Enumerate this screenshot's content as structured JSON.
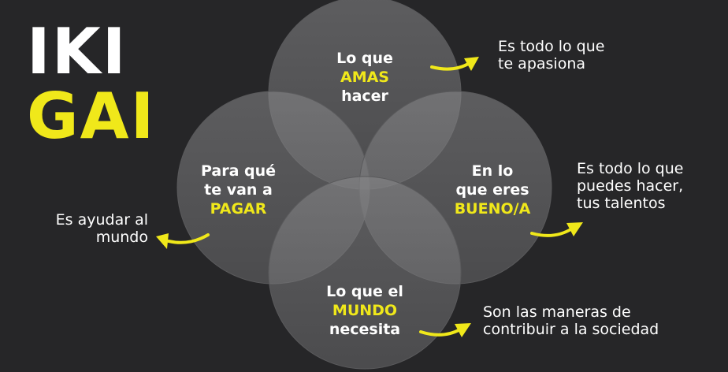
{
  "title": {
    "line1": "IKI",
    "line2": "GAI"
  },
  "colors": {
    "background": "#262628",
    "accent": "#f0e81a",
    "text": "#ffffff",
    "circle_fill": "#7a7a7c"
  },
  "circles": {
    "top": {
      "line1": "Lo que",
      "highlight": "AMAS",
      "line3": "hacer"
    },
    "left": {
      "line1": "Para qué",
      "line2": "te van a",
      "highlight": "PAGAR"
    },
    "right": {
      "line1": "En lo",
      "line2": "que eres",
      "highlight": "BUENO/A"
    },
    "bottom": {
      "line1": "Lo que el",
      "highlight": "MUNDO",
      "line3": "necesita"
    }
  },
  "notes": {
    "top": {
      "line1": "Es todo lo que",
      "line2": "te apasiona"
    },
    "right": {
      "line1": "Es todo lo que",
      "line2": "puedes hacer,",
      "line3": "tus talentos"
    },
    "left": {
      "line1": "Es ayudar al",
      "line2": "mundo"
    },
    "bottom": {
      "line1": "Son las maneras de",
      "line2": "contribuir a la sociedad"
    }
  },
  "icons": [
    "arrow-icon"
  ]
}
